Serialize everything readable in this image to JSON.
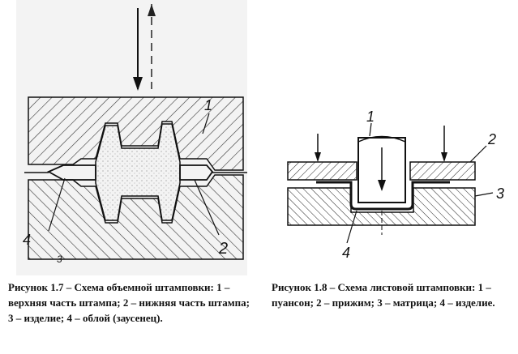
{
  "figures": {
    "fig17": {
      "callouts": [
        "1",
        "2",
        "4"
      ],
      "stray_mark": "3",
      "caption_title": "Рисунок 1.7 – Схема объемной штамповки:",
      "caption_body": "1 – верхняя часть штампа; 2 – нижняя часть штампа; 3 – изделие; 4 – облой (заусенец)."
    },
    "fig18": {
      "callouts": [
        "1",
        "2",
        "3",
        "4"
      ],
      "caption_title": "Рисунок 1.8 – Схема листовой штамповки:",
      "caption_body": "1 – пуансон; 2 – прижим; 3 – матрица; 4 – изделие."
    }
  }
}
